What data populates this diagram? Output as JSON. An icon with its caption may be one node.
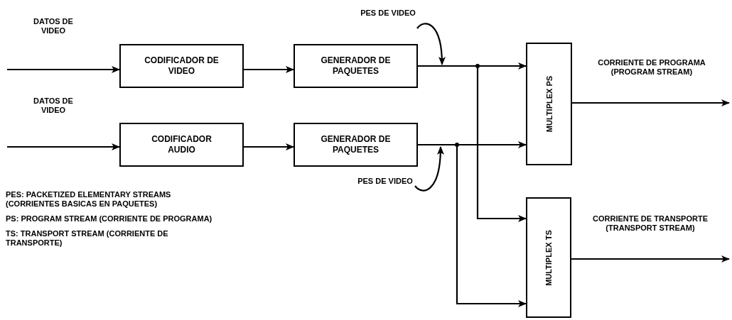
{
  "diagram": {
    "nodes": [
      {
        "text": [
          "CODIFICADOR DE VIDEO"
        ]
      },
      {
        "text": [
          "GENERADOR DE PAQUETES"
        ]
      },
      {
        "text": [
          "CODIFICADOR AUDIO"
        ]
      },
      {
        "text": [
          "GENERADOR DE PAQUETES"
        ]
      },
      {
        "text": [
          "MULTIPLEX PS"
        ]
      },
      {
        "text": [
          "MULTIPLEX TS"
        ]
      },
      {
        "text": [
          "PES DE VIDEO"
        ]
      },
      {
        "text": [
          "PES DE VIDEO"
        ]
      }
    ],
    "edges": [
      {
        "from": null,
        "to": 0,
        "arrow": "to",
        "label": "DATOS DE VIDEO"
      },
      {
        "from": 0,
        "to": 1,
        "arrow": "to"
      },
      {
        "from": null,
        "to": 2,
        "arrow": "to",
        "label": "DATOS DE VIDEO"
      },
      {
        "from": 2,
        "to": 3,
        "arrow": "to"
      },
      {
        "from": 1,
        "to": 4,
        "arrow": "to"
      },
      {
        "from": 1,
        "to": 5,
        "arrow": "to"
      },
      {
        "from": 3,
        "to": 4,
        "arrow": "to"
      },
      {
        "from": 3,
        "to": 5,
        "arrow": "to"
      },
      {
        "from": 4,
        "to": null,
        "arrow": "to",
        "label": "CORRIENTE DE PROGRAMA (PROGRAM STREAM)"
      },
      {
        "from": 5,
        "to": null,
        "arrow": "to",
        "label": "CORRIENTE DE TRANSPORTE (TRANSPORT STREAM)"
      },
      {
        "from": 6,
        "to": null,
        "arrow": "to"
      },
      {
        "from": 7,
        "to": null,
        "arrow": "to"
      }
    ],
    "labels": [
      "PES: PACKETIZED ELEMENTARY STREAMS (CORRIENTES BASICAS EN PAQUETES)",
      "PS: PROGRAM STREAM (CORRIENTE DE PROGRAMA)",
      "TS: TRANSPORT STREAM (CORRIENTE DE TRANSPORTE)"
    ]
  }
}
